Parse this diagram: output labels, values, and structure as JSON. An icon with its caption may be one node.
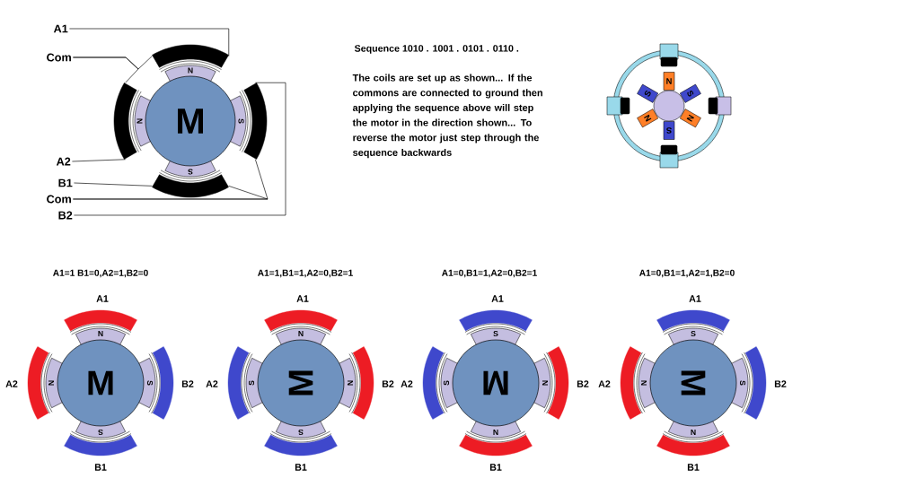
{
  "diagram": {
    "nodes": [
      {
        "text": [
          "A1"
        ]
      },
      {
        "text": [
          "Com"
        ]
      },
      {
        "text": [
          "A2"
        ]
      },
      {
        "text": [
          "B1"
        ]
      },
      {
        "text": [
          "Com"
        ]
      },
      {
        "text": [
          "B2"
        ]
      },
      {
        "text": [],
        "shape": "arc"
      },
      {
        "text": [],
        "shape": "arc"
      },
      {
        "text": [],
        "shape": "arc"
      },
      {
        "text": [],
        "shape": "arc"
      },
      {
        "text": [
          "N"
        ]
      },
      {
        "text": [
          "N"
        ]
      },
      {
        "text": [
          "S"
        ]
      },
      {
        "text": [
          "S"
        ]
      },
      {
        "text": [
          "M"
        ]
      },
      {
        "text": [
          "N"
        ]
      },
      {
        "text": [
          "S"
        ]
      },
      {
        "text": [
          "S"
        ]
      },
      {
        "text": [
          "N"
        ]
      },
      {
        "text": [
          "N"
        ]
      },
      {
        "text": [
          "S"
        ]
      },
      {
        "text": [
          "N"
        ]
      },
      {
        "text": [
          "N"
        ]
      },
      {
        "text": [
          "S"
        ]
      },
      {
        "text": [
          "S"
        ]
      },
      {
        "text": [
          "M"
        ]
      },
      {
        "text": [
          "N"
        ]
      },
      {
        "text": [
          "S"
        ]
      },
      {
        "text": [
          "N"
        ]
      },
      {
        "text": [
          "S"
        ]
      },
      {
        "text": [
          "M"
        ]
      },
      {
        "text": [
          "S"
        ]
      },
      {
        "text": [
          "S"
        ]
      },
      {
        "text": [
          "N"
        ]
      },
      {
        "text": [
          "N"
        ]
      },
      {
        "text": [
          "M"
        ]
      },
      {
        "text": [
          "S"
        ]
      },
      {
        "text": [
          "N"
        ]
      },
      {
        "text": [
          "S"
        ]
      },
      {
        "text": [
          "N"
        ]
      },
      {
        "text": [
          "M"
        ]
      }
    ],
    "edges": [
      {
        "from": 0,
        "to": 6,
        "arrow": "none"
      },
      {
        "from": 1,
        "to": 6,
        "arrow": "none"
      },
      {
        "from": 1,
        "to": 7,
        "arrow": "none"
      },
      {
        "from": 2,
        "to": 7,
        "arrow": "none"
      },
      {
        "from": 3,
        "to": 9,
        "arrow": "none"
      },
      {
        "from": 4,
        "to": 8,
        "arrow": "none"
      },
      {
        "from": 4,
        "to": 9,
        "arrow": "none"
      },
      {
        "from": 5,
        "to": 8,
        "arrow": "none"
      }
    ],
    "labels": [
      "Sequence    1010 . 1001  . 0101 . 0110 .",
      "The coils are set up as shown... If the commons are connected to ground then applying the sequence above will step the motor in the direction shown... To reverse the motor just step through the sequence backwards",
      "A1=1 B1=0,A2=1,B2=0",
      "A1=1,B1=1,A2=0,B2=1",
      "A1=0,B1=1,A2=0,B2=1",
      "A1=0,B1=1,A2=1,B2=0",
      "A1",
      "A1",
      "A1",
      "A1",
      "A2",
      "B2",
      "A2",
      "B2",
      "A2",
      "B2",
      "A2",
      "B2",
      "B1",
      "B1",
      "B1",
      "B1"
    ]
  }
}
